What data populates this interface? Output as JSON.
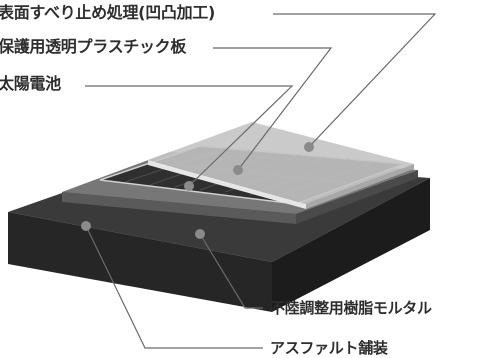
{
  "labels": {
    "surface_treatment": "表面すべり止め処理(凹凸加工)",
    "protective_plastic": "保護用透明プラスチック板",
    "solar_cell": "太陽電池",
    "mortar": "不陸調整用樹脂モルタル",
    "asphalt": "アスファルト舗装"
  },
  "colors": {
    "leader_line": "#6a6a6a",
    "asphalt_top": "#3a3a3a",
    "asphalt_front": "#262626",
    "asphalt_side": "#1c1c1c",
    "mortar_top": "#747474",
    "panel": "#2f2f2f",
    "plate": "#c4c4c4",
    "marker_dot": "#8a8a8a"
  }
}
